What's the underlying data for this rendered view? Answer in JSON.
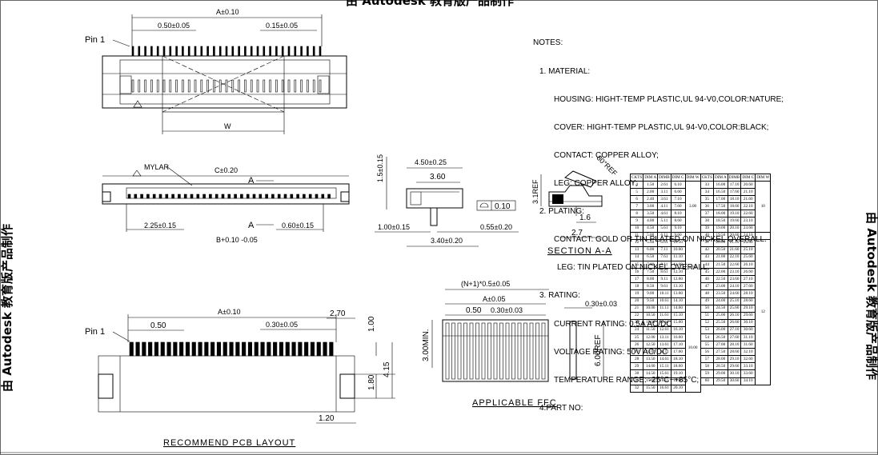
{
  "watermark": {
    "top": "由 Autodesk 教育版产品制作",
    "left": "由 Autodesk 教育版产品制作",
    "right": "由 Autodesk 教育版产品制作"
  },
  "top_view": {
    "dim_a": "A±0.10",
    "dim_pitch": "0.50±0.05",
    "dim_contact": "0.15±0.05",
    "pin_label": "Pin 1",
    "dim_w": "W"
  },
  "front_view": {
    "mylar": "MYLAR",
    "dim_c": "C±0.20",
    "section_mark": "A",
    "dim_left": "2.25±0.15",
    "dim_right": "0.60±0.15",
    "dim_b": "B+0.10 -0.05"
  },
  "side_view": {
    "dim_width": "4.50±0.25",
    "dim_inner": "3.60",
    "dim_height": "1.5±0.15",
    "flatness": "0.10",
    "dim_left": "1.00±0.15",
    "dim_right": "0.55±0.20",
    "dim_bottom": "3.40±0.20"
  },
  "section_view": {
    "angle": "80°REF",
    "height": "3.1REF",
    "dim_inner": "1.6",
    "dim_outer": "2.7",
    "title": "SECTION A-A"
  },
  "pcb_layout": {
    "dim_a": "A±0.10",
    "dim_edge": "2.70",
    "pin_label": "Pin 1",
    "dim_pitch": "0.50",
    "dim_pad": "0.30±0.05",
    "dim_pad_h": "1.00",
    "dim_total_h": "4.15",
    "dim_side_h": "1.80",
    "dim_bottom": "1.20",
    "title": "RECOMMEND PCB LAYOUT"
  },
  "ffc": {
    "dim_total": "(N+1)*0.5±0.05",
    "dim_a": "A±0.05",
    "dim_pitch": "0.50",
    "dim_finger": "0.30±0.03",
    "dim_min": "3.00MIN.",
    "dim_ref": "6.00REF",
    "dim_thick": "0.30±0.03",
    "title": "APPLICABLE FFC"
  },
  "notes": {
    "title": "NOTES:",
    "material_title": "1. MATERIAL:",
    "housing": "HOUSING: HIGHT-TEMP PLASTIC,UL 94-V0,COLOR:NATURE;",
    "cover": "COVER: HIGHT-TEMP PLASTIC,UL 94-V0,COLOR:BLACK;",
    "contact": "CONTACT: COPPER ALLOY;",
    "leg": "LEG: COPPER ALLOY;",
    "plating_title": "2. PLATING:",
    "plating_contact": "CONTACT: GOLD OR TIN PLATED ON NICKEL OVERALL.",
    "plating_leg": "LEG: TIN PLATED ON NICKEL OVERALL.",
    "rating_title": "3. RATING:",
    "current": "CURRENT RATING: 0.5A AC/DC",
    "voltage": "VOLTAGE RATING: 50V AC/DC",
    "temperature": "TEMPERATURE RANGE: -25°C~+85°C;",
    "part_no": "4.PART NO:"
  },
  "spec_table": {
    "headers": [
      "CKTS",
      "DIM A",
      "DIMB",
      "DIM C",
      "DIM W",
      "CKTS",
      "DIM A",
      "DIMB",
      "DIM C",
      "DIM W"
    ],
    "left_rows": [
      [
        "4",
        "1.50",
        "2.61",
        "6.10"
      ],
      [
        "5",
        "2.00",
        "3.11",
        "6.60"
      ],
      [
        "6",
        "2.40",
        "3.61",
        "7.10"
      ],
      [
        "7",
        "3.00",
        "4.11",
        "7.60"
      ],
      [
        "8",
        "3.50",
        "4.61",
        "8.10"
      ],
      [
        "9",
        "4.00",
        "5.11",
        "8.60"
      ],
      [
        "10",
        "4.50",
        "5.61",
        "9.10"
      ],
      [
        "11",
        "5.00",
        "6.11",
        "9.60"
      ],
      [
        "12",
        "5.50",
        "6.61",
        "10.10"
      ],
      [
        "13",
        "6.00",
        "7.11",
        "10.60"
      ],
      [
        "14",
        "6.50",
        "7.61",
        "11.10"
      ],
      [
        "15",
        "7.00",
        "8.11",
        "11.60"
      ],
      [
        "16",
        "7.50",
        "8.61",
        "12.10"
      ],
      [
        "17",
        "8.00",
        "9.11",
        "12.60"
      ],
      [
        "18",
        "8.50",
        "9.61",
        "13.10"
      ],
      [
        "19",
        "9.00",
        "10.11",
        "13.60"
      ],
      [
        "20",
        "9.50",
        "10.61",
        "14.10"
      ],
      [
        "21",
        "10.00",
        "11.11",
        "14.60"
      ],
      [
        "22",
        "10.50",
        "11.61",
        "15.10"
      ],
      [
        "23",
        "11.00",
        "12.11",
        "15.60"
      ],
      [
        "24",
        "11.50",
        "12.61",
        "16.10"
      ],
      [
        "25",
        "12.00",
        "13.11",
        "16.60"
      ],
      [
        "26",
        "12.50",
        "13.61",
        "17.10"
      ],
      [
        "27",
        "13.00",
        "14.11",
        "17.60"
      ],
      [
        "28",
        "13.50",
        "14.61",
        "18.10"
      ],
      [
        "29",
        "14.00",
        "15.11",
        "18.60"
      ],
      [
        "30",
        "14.50",
        "15.61",
        "19.10"
      ],
      [
        "31",
        "15.00",
        "16.11",
        "19.60"
      ],
      [
        "32",
        "15.50",
        "16.61",
        "20.10"
      ]
    ],
    "right_rows": [
      [
        "33",
        "16.00",
        "17.10",
        "20.60"
      ],
      [
        "34",
        "16.50",
        "17.60",
        "21.10"
      ],
      [
        "35",
        "17.00",
        "18.10",
        "21.60"
      ],
      [
        "36",
        "17.50",
        "18.60",
        "22.10"
      ],
      [
        "37",
        "18.00",
        "19.10",
        "22.60"
      ],
      [
        "38",
        "18.50",
        "19.60",
        "23.10"
      ],
      [
        "39",
        "19.00",
        "20.10",
        "23.60"
      ],
      [
        "40",
        "19.50",
        "20.60",
        "24.10"
      ],
      [
        "41",
        "20.00",
        "21.10",
        "24.60"
      ],
      [
        "42",
        "20.50",
        "21.60",
        "25.10"
      ],
      [
        "43",
        "21.00",
        "22.10",
        "25.60"
      ],
      [
        "44",
        "21.50",
        "22.60",
        "26.10"
      ],
      [
        "45",
        "22.00",
        "23.10",
        "26.60"
      ],
      [
        "46",
        "22.50",
        "23.60",
        "27.10"
      ],
      [
        "47",
        "23.00",
        "24.10",
        "27.60"
      ],
      [
        "48",
        "23.50",
        "24.60",
        "28.10"
      ],
      [
        "49",
        "24.00",
        "25.10",
        "28.60"
      ],
      [
        "50",
        "24.50",
        "25.60",
        "29.10"
      ],
      [
        "51",
        "25.00",
        "26.10",
        "29.60"
      ],
      [
        "52",
        "25.50",
        "26.60",
        "30.10"
      ],
      [
        "53",
        "26.00",
        "27.10",
        "30.60"
      ],
      [
        "54",
        "26.50",
        "27.60",
        "31.10"
      ],
      [
        "55",
        "27.00",
        "28.10",
        "31.60"
      ],
      [
        "56",
        "27.50",
        "28.60",
        "32.10"
      ],
      [
        "57",
        "28.00",
        "29.10",
        "32.60"
      ],
      [
        "58",
        "28.50",
        "29.60",
        "33.10"
      ],
      [
        "59",
        "29.00",
        "30.10",
        "33.60"
      ],
      [
        "60",
        "29.50",
        "30.60",
        "34.10"
      ]
    ],
    "left_w_groups": [
      {
        "w": "3.00",
        "span": 7
      },
      {
        "w": "6.00",
        "span": 10
      },
      {
        "w": "10.00",
        "span": 12
      }
    ],
    "right_w_groups": [
      {
        "w": "10",
        "span": 7
      },
      {
        "w": "",
        "span": 1
      },
      {
        "w": "12",
        "span": 20
      }
    ]
  }
}
